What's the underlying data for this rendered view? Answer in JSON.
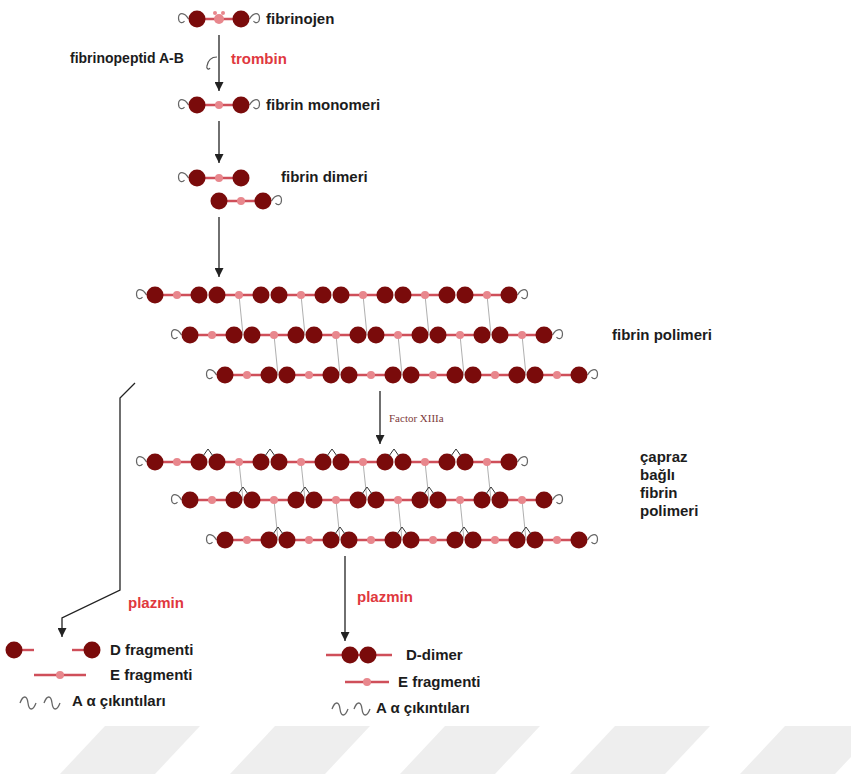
{
  "diagram": {
    "nodes": [
      {
        "text": [
          "fibrinojen"
        ]
      },
      {
        "text": [
          "fibrin monomeri"
        ]
      },
      {
        "text": [
          "fibrin dimeri"
        ]
      },
      {
        "text": [
          "fibrin polimeri"
        ]
      },
      {
        "text": [
          "çapraz bağlı fibrin polimeri"
        ]
      },
      {
        "text": [
          "D fragmenti",
          "E fragmenti",
          "A α çıkıntıları"
        ]
      },
      {
        "text": [
          "D-dimer",
          "E fragmenti",
          "A α çıkıntıları"
        ]
      }
    ],
    "edges": [
      {
        "from": 0,
        "to": 1,
        "label": "trombin",
        "arrow": "to"
      },
      {
        "from": 1,
        "to": 2,
        "arrow": "to"
      },
      {
        "from": 2,
        "to": 3,
        "arrow": "to"
      },
      {
        "from": 3,
        "to": 4,
        "label": "Factor XIIIa",
        "arrow": "to"
      },
      {
        "from": 3,
        "to": 5,
        "label": "plazmin",
        "arrow": "to"
      },
      {
        "from": 4,
        "to": 6,
        "label": "plazmin",
        "arrow": "to"
      }
    ],
    "labels": [
      "fibrinopeptid A-B"
    ]
  }
}
